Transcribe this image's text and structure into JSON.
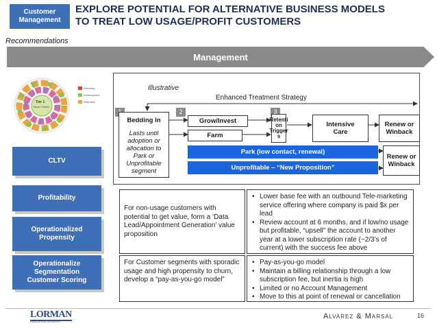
{
  "header": {
    "tag": [
      "Customer",
      "Management"
    ],
    "title_lines": [
      "EXPLORE POTENTIAL FOR ALTERNATIVE BUSINESS MODELS",
      "TO TREAT LOW USAGE/PROFIT CUSTOMERS"
    ]
  },
  "subtitle": "Recommendations",
  "banner": "Management",
  "strategy": {
    "illustrative": "Illustrative",
    "label": "Enhanced Treatment Strategy",
    "steps": [
      "1",
      "2",
      "3"
    ],
    "bedding_in": {
      "title": "Bedding In",
      "body": [
        "Lasts until",
        "adoption or",
        "allocation to",
        "Park or",
        "Unprofitable",
        "segment"
      ]
    },
    "grow_invest": "Grow/Invest",
    "farm": "Farm",
    "retention_trigger": [
      "Retenti",
      "on",
      "Trigger",
      "s"
    ],
    "intensive_care": [
      "Intensive",
      "Care"
    ],
    "renew1": [
      "Renew or",
      "Winback"
    ],
    "renew2": [
      "Renew or",
      "Winback"
    ],
    "park": "Park (low contact, renewal)",
    "unprofitable": "Unprofitable – “New Proposition”"
  },
  "wheel": {
    "center": [
      "Tier 1",
      "Target Market"
    ],
    "legend": [
      "Nurturing",
      "Development",
      "Retention"
    ]
  },
  "colors": {
    "accent_blue": "#3f6fb6",
    "bar_blue": "#1a66e0",
    "banner_gray": "#8a8a8a",
    "title_navy": "#1f2f54"
  },
  "side_labels": {
    "cltv": "CLTV",
    "profitability": "Profitability",
    "operationalized": [
      "Operationalized",
      "Propensity"
    ],
    "operationalize": [
      "Operationalize",
      "Segmentation",
      "Customer Scoring"
    ]
  },
  "proposals": [
    {
      "left": "For non-usage customers with potential to get value, form a ‘Data Lead/Appointment Generation’ value proposition",
      "bullets": [
        "Lower base fee with an outbound Tele-marketing service offering where company is paid $x per lead",
        "Review account at 6 months, and if low/no usage but profitable, “upsell” the account to another year at a lower subscription rate (~2/3’s of current) with the success fee above"
      ]
    },
    {
      "left": "For Customer segments with sporadic usage and high propensity to churn, develop a “pay-as-you-go model”",
      "bullets": [
        "Pay-as-you-go model",
        "Maintain a billing relationship through a low subscription fee, but inertia is high",
        "Limited or no Account Management",
        "Move to this at point of renewal or cancellation"
      ]
    }
  ],
  "footer": {
    "left_logo": "LORMAN",
    "left_logo_sub": "EDUCATION SERVICES",
    "right_logo": "Alvarez & Marsal",
    "page": "16"
  }
}
